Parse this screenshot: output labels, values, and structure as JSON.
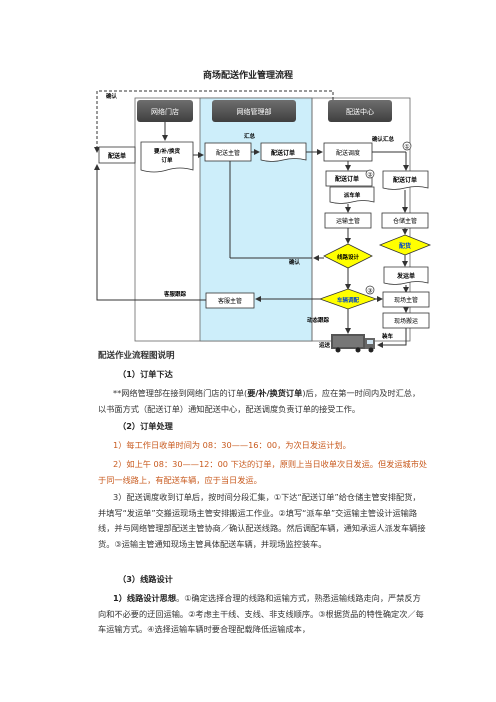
{
  "doc": {
    "title": "商场配送作业管理流程",
    "diagram": {
      "columns": {
        "store": "网络门店",
        "network": "网络管理部",
        "center": "配送中心"
      },
      "labels": {
        "confirm_top": "确认",
        "summary": "汇总",
        "confirm_summary": "确认汇总",
        "confirm_mid": "确认",
        "customer_follow": "客服跟踪",
        "dynamic_follow": "动态跟踪",
        "loading": "装车",
        "transport": "运送"
      },
      "nodes": {
        "delivery_note": "配送单",
        "order_line1": "要/补/换货",
        "order_line2": "订单",
        "dist_supervisor": "配送主管",
        "delivery_order_1": "配送订单",
        "dispatch": "配送调度",
        "delivery_order_2": "配送订单",
        "dispatch_note": "派车单",
        "delivery_order_3": "配送订单",
        "transport_supervisor": "运输主管",
        "warehouse_supervisor": "仓储主管",
        "route_design": "线路设计",
        "pick": "配货",
        "ship_note": "发运单",
        "customer_service": "客服主管",
        "vehicle_dispatch": "车辆调配",
        "site_supervisor": "现场主管",
        "site_handling": "现场搬运"
      },
      "markers": {
        "m1": "①",
        "m2": "②",
        "m3": "③"
      }
    },
    "section_title": "配送作业流程图说明",
    "s1_title": "（1）订单下达",
    "s1_p1a": "**网络管理部在接到网络门店的订单(",
    "s1_p1b": "要/补/换货订单",
    "s1_p1c": ")后，应在第一时间内及时汇总，以书面方式（配送订单）通知配送中心，配送调度负责订单的接受工作。",
    "s2_title": "（2）订单处理",
    "s2_p1": "1）每工作日收单时间为 08：30——16：00，为次日发运计划。",
    "s2_p2": "2）如上午 08：30——12：00 下达的订单，原则上当日收单次日发运。但发运城市处于同一线路上，有配送车辆，应于当日发运。",
    "s2_p3": "3）配送调度收到订单后，按时间分段汇集，①下达“配送订单”给仓储主管安排配货，并填写“发运单”交搬运现场主管安排搬运工作业。②填写“派车单”交运输主管设计运输路线，并与网络管理部配送主管协商／确认配送线路。然后调配车辆，通知承运人派发车辆接货。③运输主管通知现场主管具体配送车辆，并现场监控装车。",
    "s3_title": "（3）线路设计",
    "s3_p1a": "1）线路设计思想",
    "s3_p1b": "。①确定选择合理的线路和运输方式，熟悉运输线路走向，严禁反方向和不必要的迂回运输。②考虑主干线、支线、非支线顺序。③根据货品的特性确定次／每车运输方式。④选择运输车辆时要合理配载降低运输成本，"
  }
}
